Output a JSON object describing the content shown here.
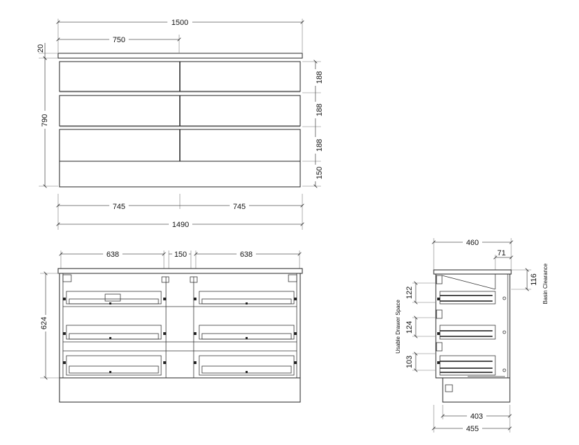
{
  "front_view": {
    "overall_width": "1500",
    "half_width": "750",
    "top_thickness": "20",
    "overall_height": "790",
    "drawer_height_1": "188",
    "drawer_height_2": "188",
    "drawer_height_3": "188",
    "plinth_height": "150",
    "bay_width_left": "745",
    "bay_width_right": "745",
    "body_width": "1490"
  },
  "section_view": {
    "bay_left": "638",
    "center_divider": "150",
    "bay_right": "638",
    "internal_height": "624"
  },
  "side_view": {
    "overall_depth": "460",
    "setback": "71",
    "basin_clearance_value": "116",
    "basin_clearance_label": "Basin Clearance",
    "usable_space_label": "Usable Drawer Space",
    "usable_1": "122",
    "usable_2": "124",
    "usable_3": "103",
    "inner_depth": "403",
    "body_depth": "455"
  }
}
